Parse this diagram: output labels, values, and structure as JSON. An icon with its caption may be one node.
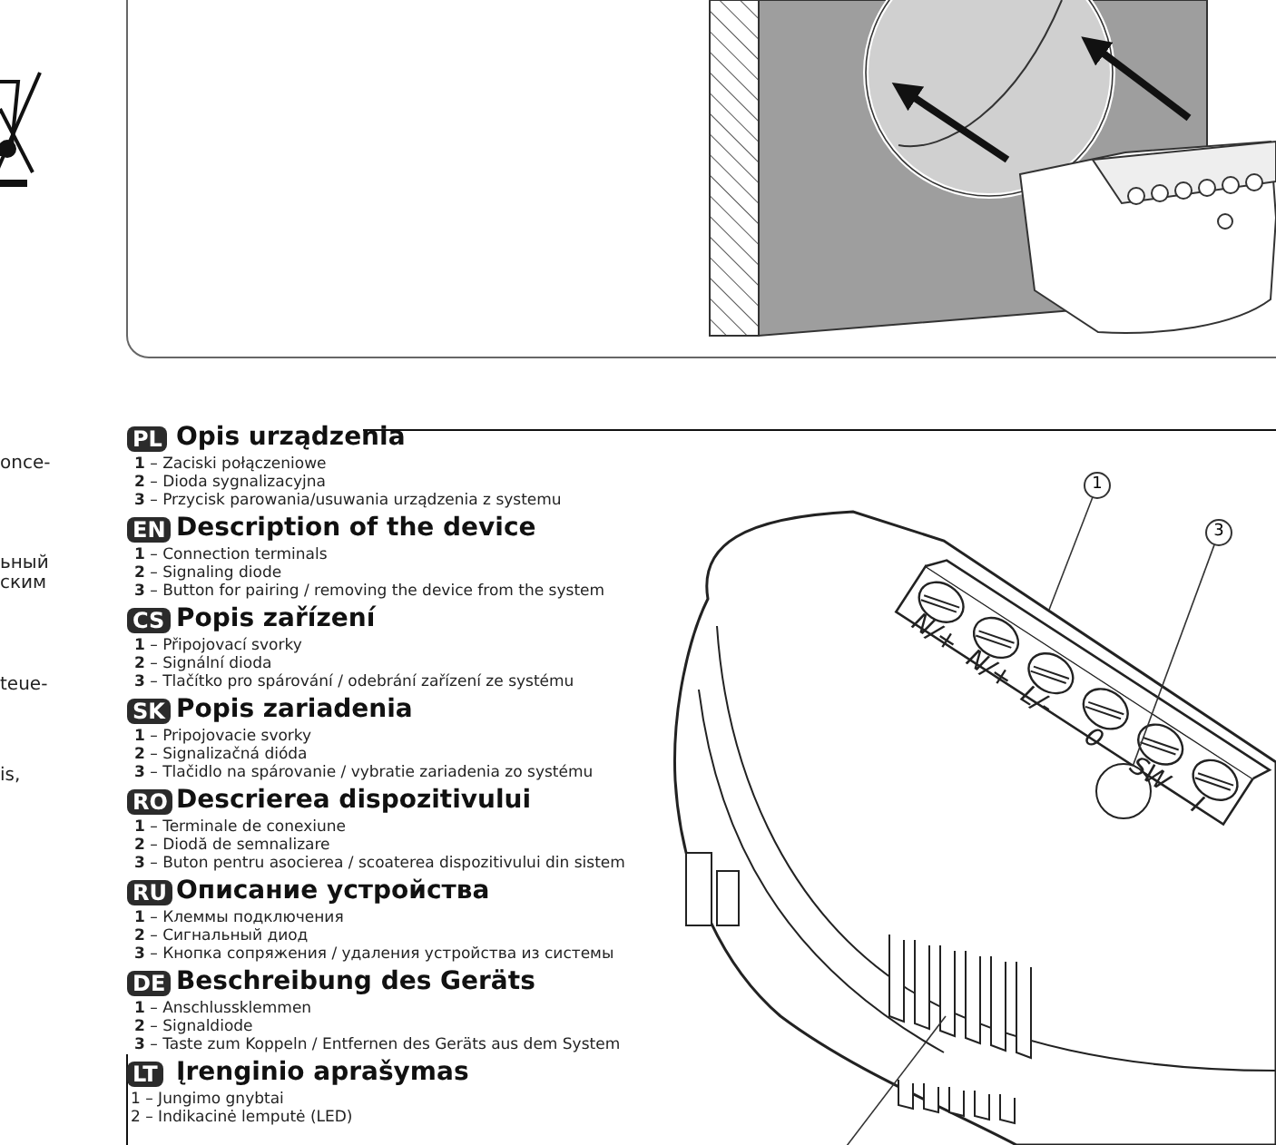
{
  "diagram": {
    "nodes": [
      {
        "text": [
          "1"
        ]
      },
      {
        "text": [],
        "shape": "box"
      },
      {
        "text": [
          "3"
        ]
      },
      {
        "text": [],
        "shape": "circle"
      },
      {
        "text": [],
        "shape": "box"
      }
    ],
    "edges": [
      {
        "from": 0,
        "to": 1,
        "arrow": "none"
      },
      {
        "from": 2,
        "to": 3,
        "arrow": "none"
      },
      {
        "from": null,
        "to": 4,
        "arrow": "none"
      }
    ],
    "labels": [
      "once-",
      "ьный",
      "ским",
      "teue-",
      "is,",
      "PL",
      "Opis urządzenia",
      "**1** – Zaciski połączeniowe",
      "**2** – Dioda sygnalizacyjna",
      "**3** – Przycisk parowania/usuwania urządzenia z systemu",
      "EN",
      "Description of the device",
      "**1** – Connection terminals",
      "**2** – Signaling diode",
      "**3** – Button for pairing / removing the device from the system",
      "CS",
      "Popis zařízení",
      "**1** – Připojovací svorky",
      "**2** – Signální dioda",
      "**3** – Tlačítko pro spárování / odebrání zařízení ze systému",
      "SK",
      "Popis zariadenia",
      "**1** – Pripojovacie svorky",
      "**2** – Signalizačná dióda",
      "**3** – Tlačidlo na spárovanie / vybratie zariadenia zo systému",
      "RO",
      "Descrierea dispozitivului",
      "**1** – Terminale de conexiune",
      "**2** – Diodă de semnalizare",
      "**3** – Buton pentru asocierea / scoaterea dispozitivului din sistem",
      "RU",
      "Описание устройства",
      "**1** – Клеммы подключения",
      "**2** – Сигнальный диод",
      "**3** – Кнопка сопряжения / удаления устройства из системы",
      "DE",
      "Beschreibung des Geräts",
      "**1** – Anschlussklemmen",
      "**2** – Signaldiode",
      "**3** – Taste zum Koppeln / Entfernen des Geräts aus dem System",
      "LT",
      "Įrenginio aprašymas",
      "1 – Jungimo gnybtai",
      "2 – Indikacinė lemputė (LED)",
      "N/+",
      "N/+",
      "L/-",
      "0",
      "SW",
      "I"
    ]
  }
}
